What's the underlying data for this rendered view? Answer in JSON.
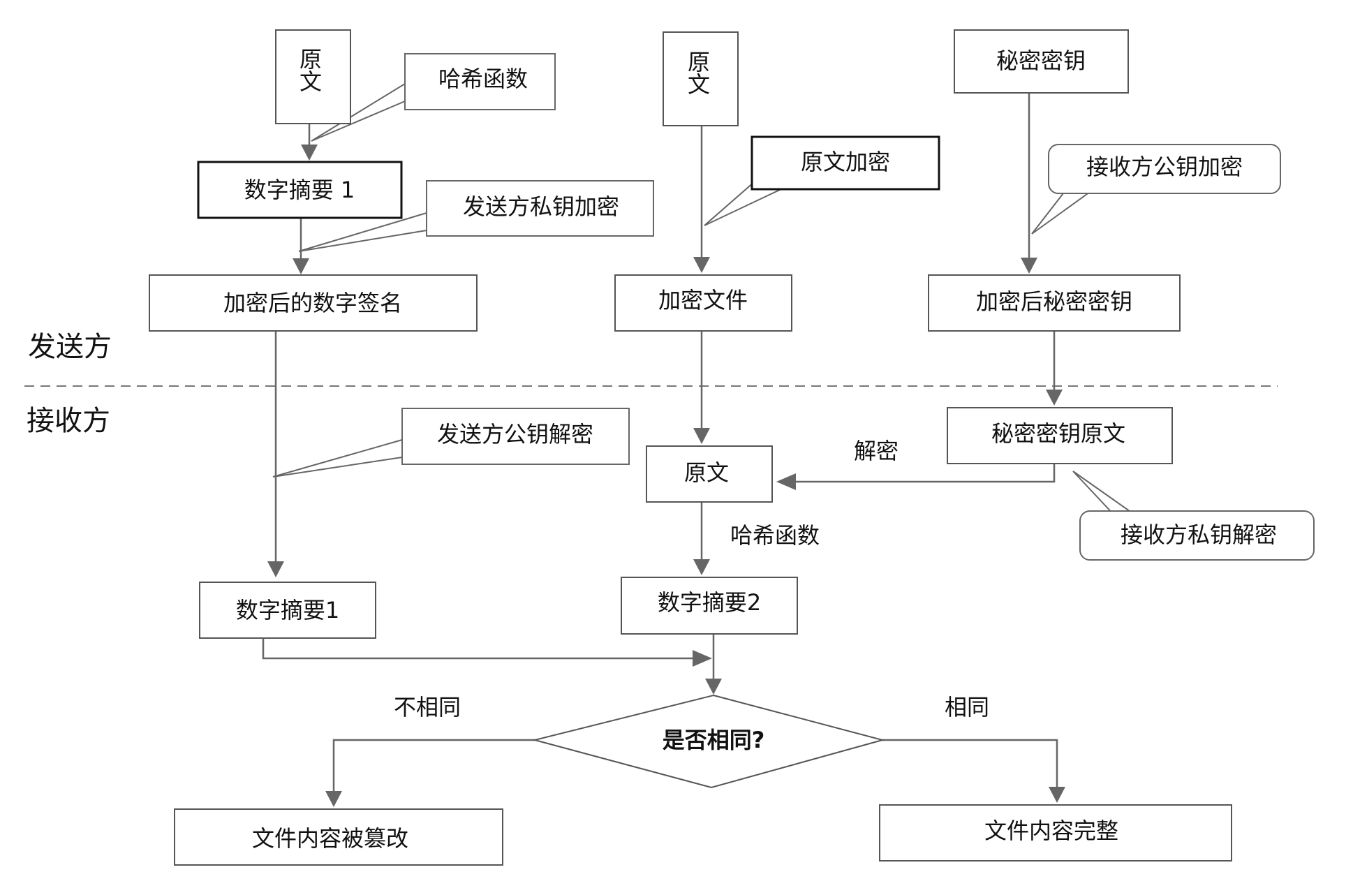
{
  "sections": {
    "sender": "发送方",
    "receiver": "接收方"
  },
  "nodes": {
    "orig1_a": "原",
    "orig1_b": "文",
    "orig2_a": "原",
    "orig2_b": "文",
    "secret_key": "秘密密钥",
    "digest1_top": "数字摘要 1",
    "signed_digest": "加密后的数字签名",
    "encrypted_file": "加密文件",
    "encrypted_key": "加密后秘密密钥",
    "key_plain": "秘密密钥原文",
    "recv_original": "原文",
    "digest1_bottom": "数字摘要1",
    "digest2": "数字摘要2",
    "decision": "是否相同?",
    "tampered": "文件内容被篡改",
    "intact": "文件内容完整"
  },
  "callouts": {
    "hash1": "哈希函数",
    "sender_priv": "发送方私钥加密",
    "encrypt_orig": "原文加密",
    "recv_pub": "接收方公钥加密",
    "sender_pub": "发送方公钥解密",
    "recv_priv": "接收方私钥解密"
  },
  "edge_labels": {
    "decrypt": "解密",
    "hash2": "哈希函数",
    "not_same": "不相同",
    "same": "相同"
  }
}
